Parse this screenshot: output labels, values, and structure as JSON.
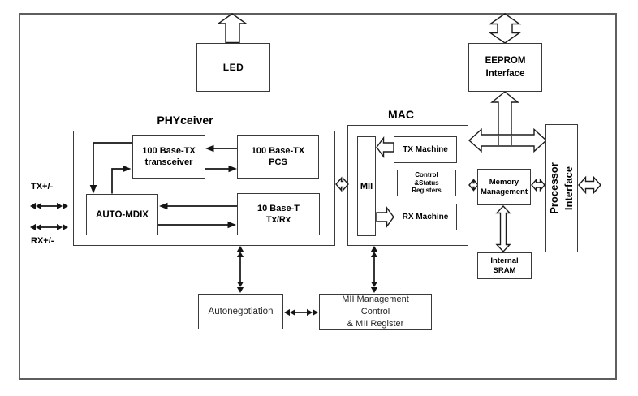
{
  "figure": {
    "type": "block-diagram",
    "outer_labels": {
      "phyceiver": "PHYceiver",
      "mac": "MAC",
      "tx_pins": "TX+/-",
      "rx_pins": "RX+/-"
    },
    "blocks": {
      "led": "LED",
      "eeprom_interface": "EEPROM\nInterface",
      "transceiver_100basetx": "100 Base-TX\ntransceiver",
      "pcs_100basetx": "100 Base-TX\nPCS",
      "auto_mdix": "AUTO-MDIX",
      "tx_rx_10baset": "10 Base-T\nTx/Rx",
      "mii": "MII",
      "tx_machine": "TX Machine",
      "control_status_registers": "Control\n&Status\nRegisters",
      "rx_machine": "RX Machine",
      "memory_management": "Memory\nManagement",
      "internal_sram": "Internal\nSRAM",
      "processor_interface": "Processor\nInterface",
      "autonegotiation": "Autonegotiation",
      "mii_management": "MII Management\nControl\n& MII Register"
    },
    "colors": {
      "background": "#ffffff",
      "line": "#141414",
      "box_border": "#3a3a3a",
      "outer_border": "#5e5e5e",
      "text": "#000000"
    }
  }
}
